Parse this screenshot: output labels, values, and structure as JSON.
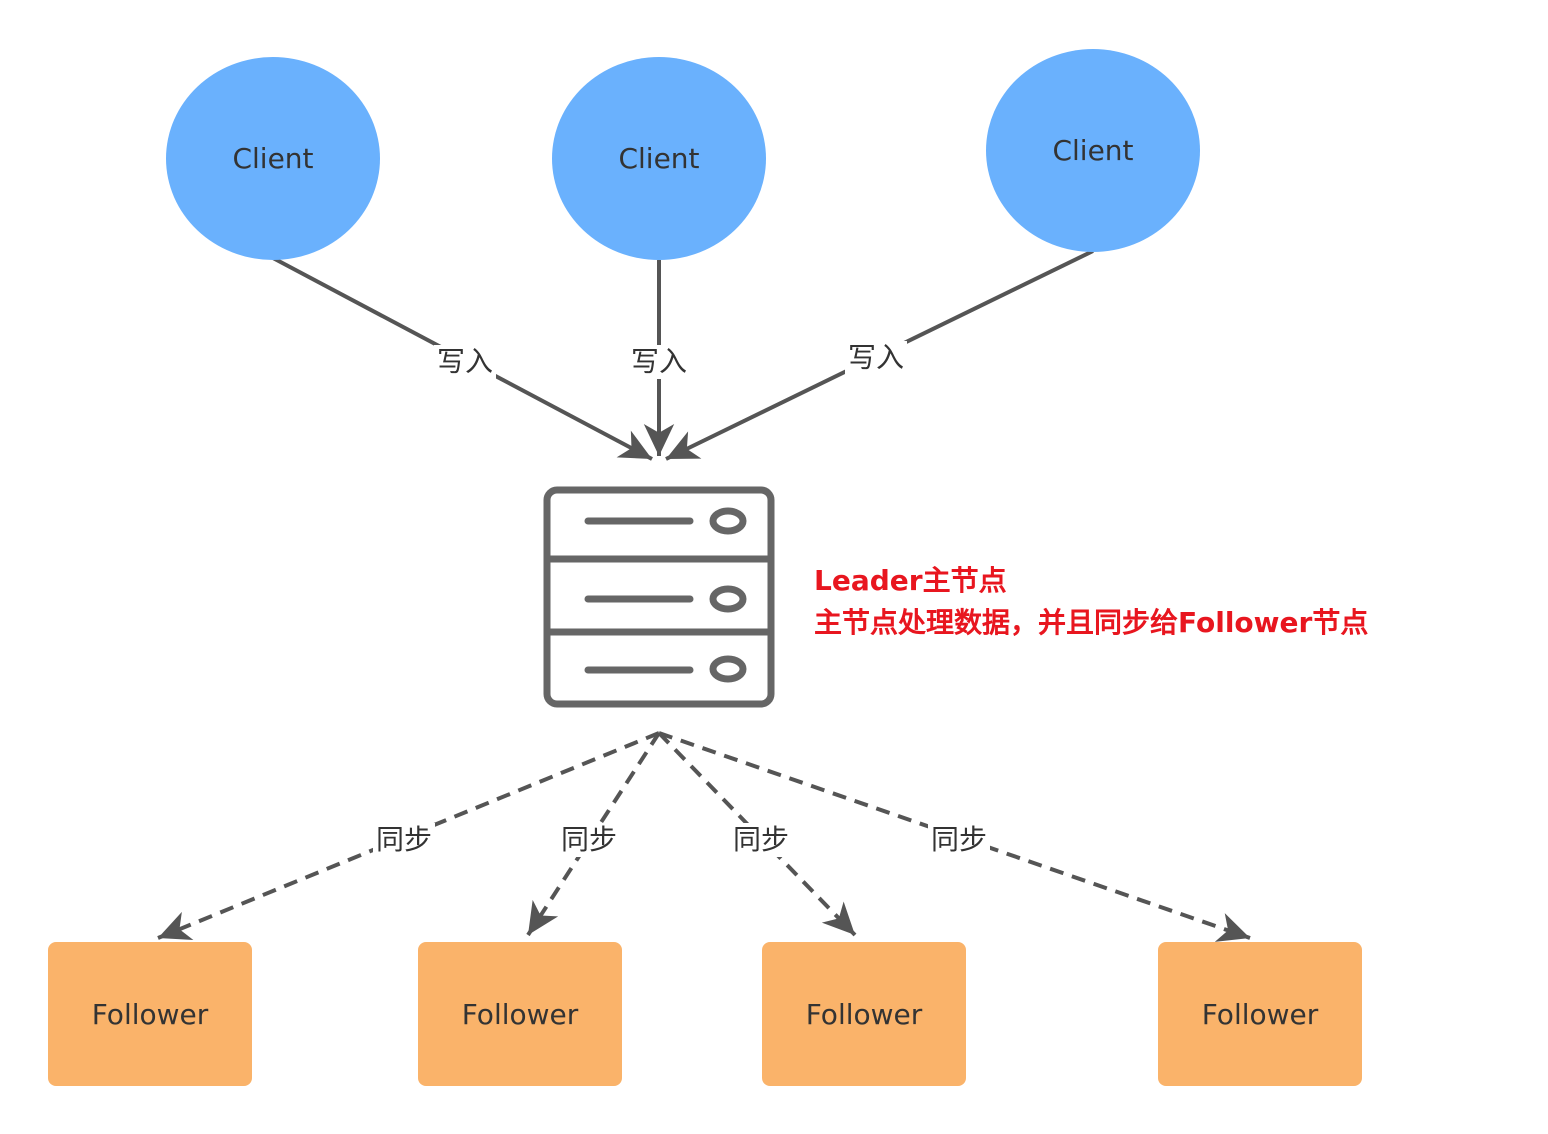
{
  "clients": [
    {
      "label": "Client"
    },
    {
      "label": "Client"
    },
    {
      "label": "Client"
    }
  ],
  "write_edges": [
    {
      "label": "写入"
    },
    {
      "label": "写入"
    },
    {
      "label": "写入"
    }
  ],
  "leader": {
    "icon": "server-icon",
    "title": "Leader主节点",
    "description": "主节点处理数据，并且同步给Follower节点"
  },
  "sync_edges": [
    {
      "label": "同步"
    },
    {
      "label": "同步"
    },
    {
      "label": "同步"
    },
    {
      "label": "同步"
    }
  ],
  "followers": [
    {
      "label": "Follower"
    },
    {
      "label": "Follower"
    },
    {
      "label": "Follower"
    },
    {
      "label": "Follower"
    }
  ],
  "colors": {
    "client_fill": "#6ab1fd",
    "follower_fill": "#fab36a",
    "edge": "#555555",
    "leader_text": "#e8161f",
    "server_icon": "#666666"
  }
}
